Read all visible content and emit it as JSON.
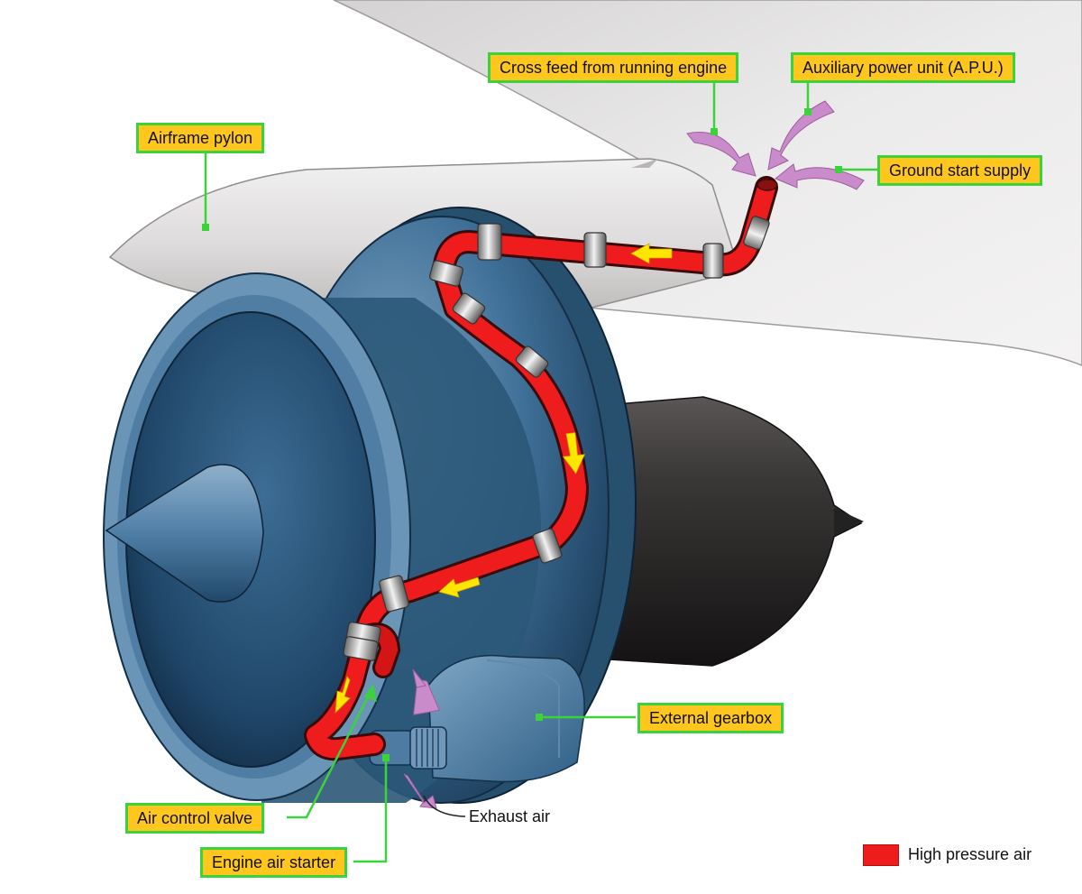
{
  "labels": {
    "cross_feed": "Cross feed from running engine",
    "apu": "Auxiliary power unit (A.P.U.)",
    "airframe_pylon": "Airframe pylon",
    "ground_start": "Ground start supply",
    "external_gearbox": "External gearbox",
    "air_control_valve": "Air control valve",
    "exhaust_air": "Exhaust air",
    "engine_air_starter": "Engine air starter"
  },
  "legend": {
    "high_pressure_air": "High pressure air"
  },
  "colors": {
    "high_pressure_air": "#ee1c1c",
    "flow_arrow": "#ffe600",
    "supply_arrow": "#c98bc9",
    "callout_fill": "#ffc61e",
    "callout_border": "#3bd23b",
    "leader_line": "#3bd23b",
    "engine_blue": "#2f5f86",
    "wing_grey": "#e2e0e0"
  }
}
